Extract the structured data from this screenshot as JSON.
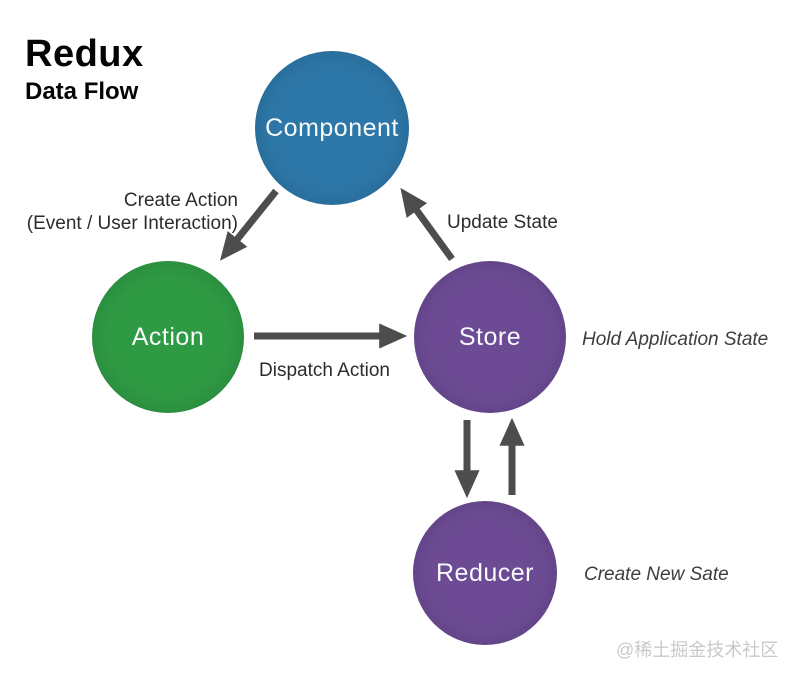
{
  "header": {
    "title": "Redux",
    "subtitle": "Data Flow"
  },
  "diagram": {
    "type": "flow-diagram",
    "arrow_color": "#4d4d4d",
    "nodes": [
      {
        "id": "component",
        "label": "Component",
        "color": "#2d77a8"
      },
      {
        "id": "action",
        "label": "Action",
        "color": "#2f9a44"
      },
      {
        "id": "store",
        "label": "Store",
        "color": "#6c4b94"
      },
      {
        "id": "reducer",
        "label": "Reducer",
        "color": "#6c4b94"
      }
    ],
    "edges": [
      {
        "from": "component",
        "to": "action",
        "label": "Create Action",
        "sublabel": "(Event / User Interaction)"
      },
      {
        "from": "action",
        "to": "store",
        "label": "Dispatch Action"
      },
      {
        "from": "store",
        "to": "component",
        "label": "Update State"
      },
      {
        "from": "store",
        "to": "reducer",
        "label": ""
      },
      {
        "from": "reducer",
        "to": "store",
        "label": ""
      }
    ],
    "annotations": [
      {
        "target": "store",
        "text": "Hold Application State"
      },
      {
        "target": "reducer",
        "text": "Create New Sate"
      }
    ]
  },
  "watermark": "@稀土掘金技术社区"
}
